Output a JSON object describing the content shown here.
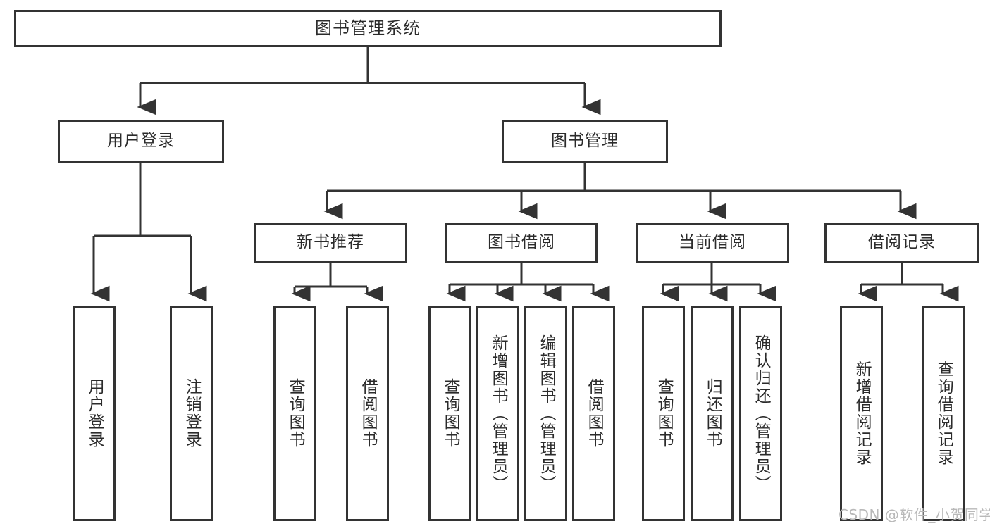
{
  "diagram": {
    "title": "图书管理系统",
    "type": "tree-hierarchy-diagram",
    "watermark": "CSDN @软件_小贺同学",
    "style": {
      "box_border_color": "#333333",
      "box_fill_color": "#ffffff",
      "connector_color": "#333333",
      "background_color": "#ffffff",
      "text_color": "#2b2b2b",
      "watermark_color": "#b9b9b9"
    },
    "levels": {
      "level1": {
        "label": "图书管理系统"
      },
      "level2": [
        {
          "label": "用户登录"
        },
        {
          "label": "图书管理"
        }
      ],
      "level3": [
        {
          "label": "新书推荐"
        },
        {
          "label": "图书借阅"
        },
        {
          "label": "当前借阅"
        },
        {
          "label": "借阅记录"
        }
      ],
      "level4": {
        "user_login_children": [
          {
            "label": "用户登录"
          },
          {
            "label": "注销登录"
          }
        ],
        "new_book_children": [
          {
            "label": "查询图书"
          },
          {
            "label": "借阅图书"
          }
        ],
        "book_borrow_children": [
          {
            "label": "查询图书"
          },
          {
            "label": "新增图书（管理员）"
          },
          {
            "label": "编辑图书（管理员）"
          },
          {
            "label": "借阅图书"
          }
        ],
        "current_borrow_children": [
          {
            "label": "查询图书"
          },
          {
            "label": "归还图书"
          },
          {
            "label": "确认归还（管理员）"
          }
        ],
        "borrow_record_children": [
          {
            "label": "新增借阅记录"
          },
          {
            "label": "查询借阅记录"
          }
        ]
      }
    }
  }
}
